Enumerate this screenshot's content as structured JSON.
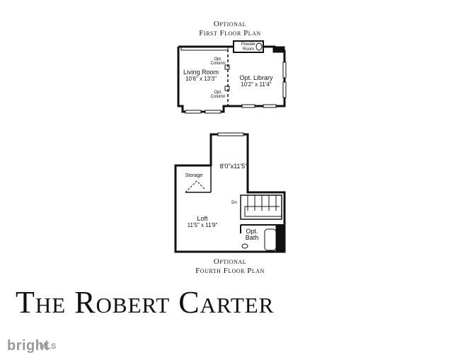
{
  "first_floor": {
    "caption_line1": "Optional",
    "caption_line2": "First Floor Plan",
    "rooms": {
      "powder_room_line1": "Powder",
      "powder_room_line2": "Room",
      "opt_column_top_line1": "Opt.",
      "opt_column_top_line2": "Column",
      "living_room_name": "Living Room",
      "living_room_dims": "10'6\" x 13'3\"",
      "opt_library_name": "Opt. Library",
      "opt_library_dims": "10'2\" x 11'4\"",
      "opt_column_bottom_line1": "Opt.",
      "opt_column_bottom_line2": "Column"
    }
  },
  "fourth_floor": {
    "caption_line1": "Optional",
    "caption_line2": "Fourth Floor Plan",
    "rooms": {
      "upper_room_dims": "8'0\"x11'5\"",
      "storage": "Storage",
      "dn": "Dn",
      "loft_name": "Loft",
      "loft_dims": "11'5\" x 11'9\"",
      "opt_bath_line1": "Opt.",
      "opt_bath_line2": "Bath"
    }
  },
  "title": "The Robert Carter",
  "branding": {
    "logo": "bright",
    "mls": "MLS"
  }
}
